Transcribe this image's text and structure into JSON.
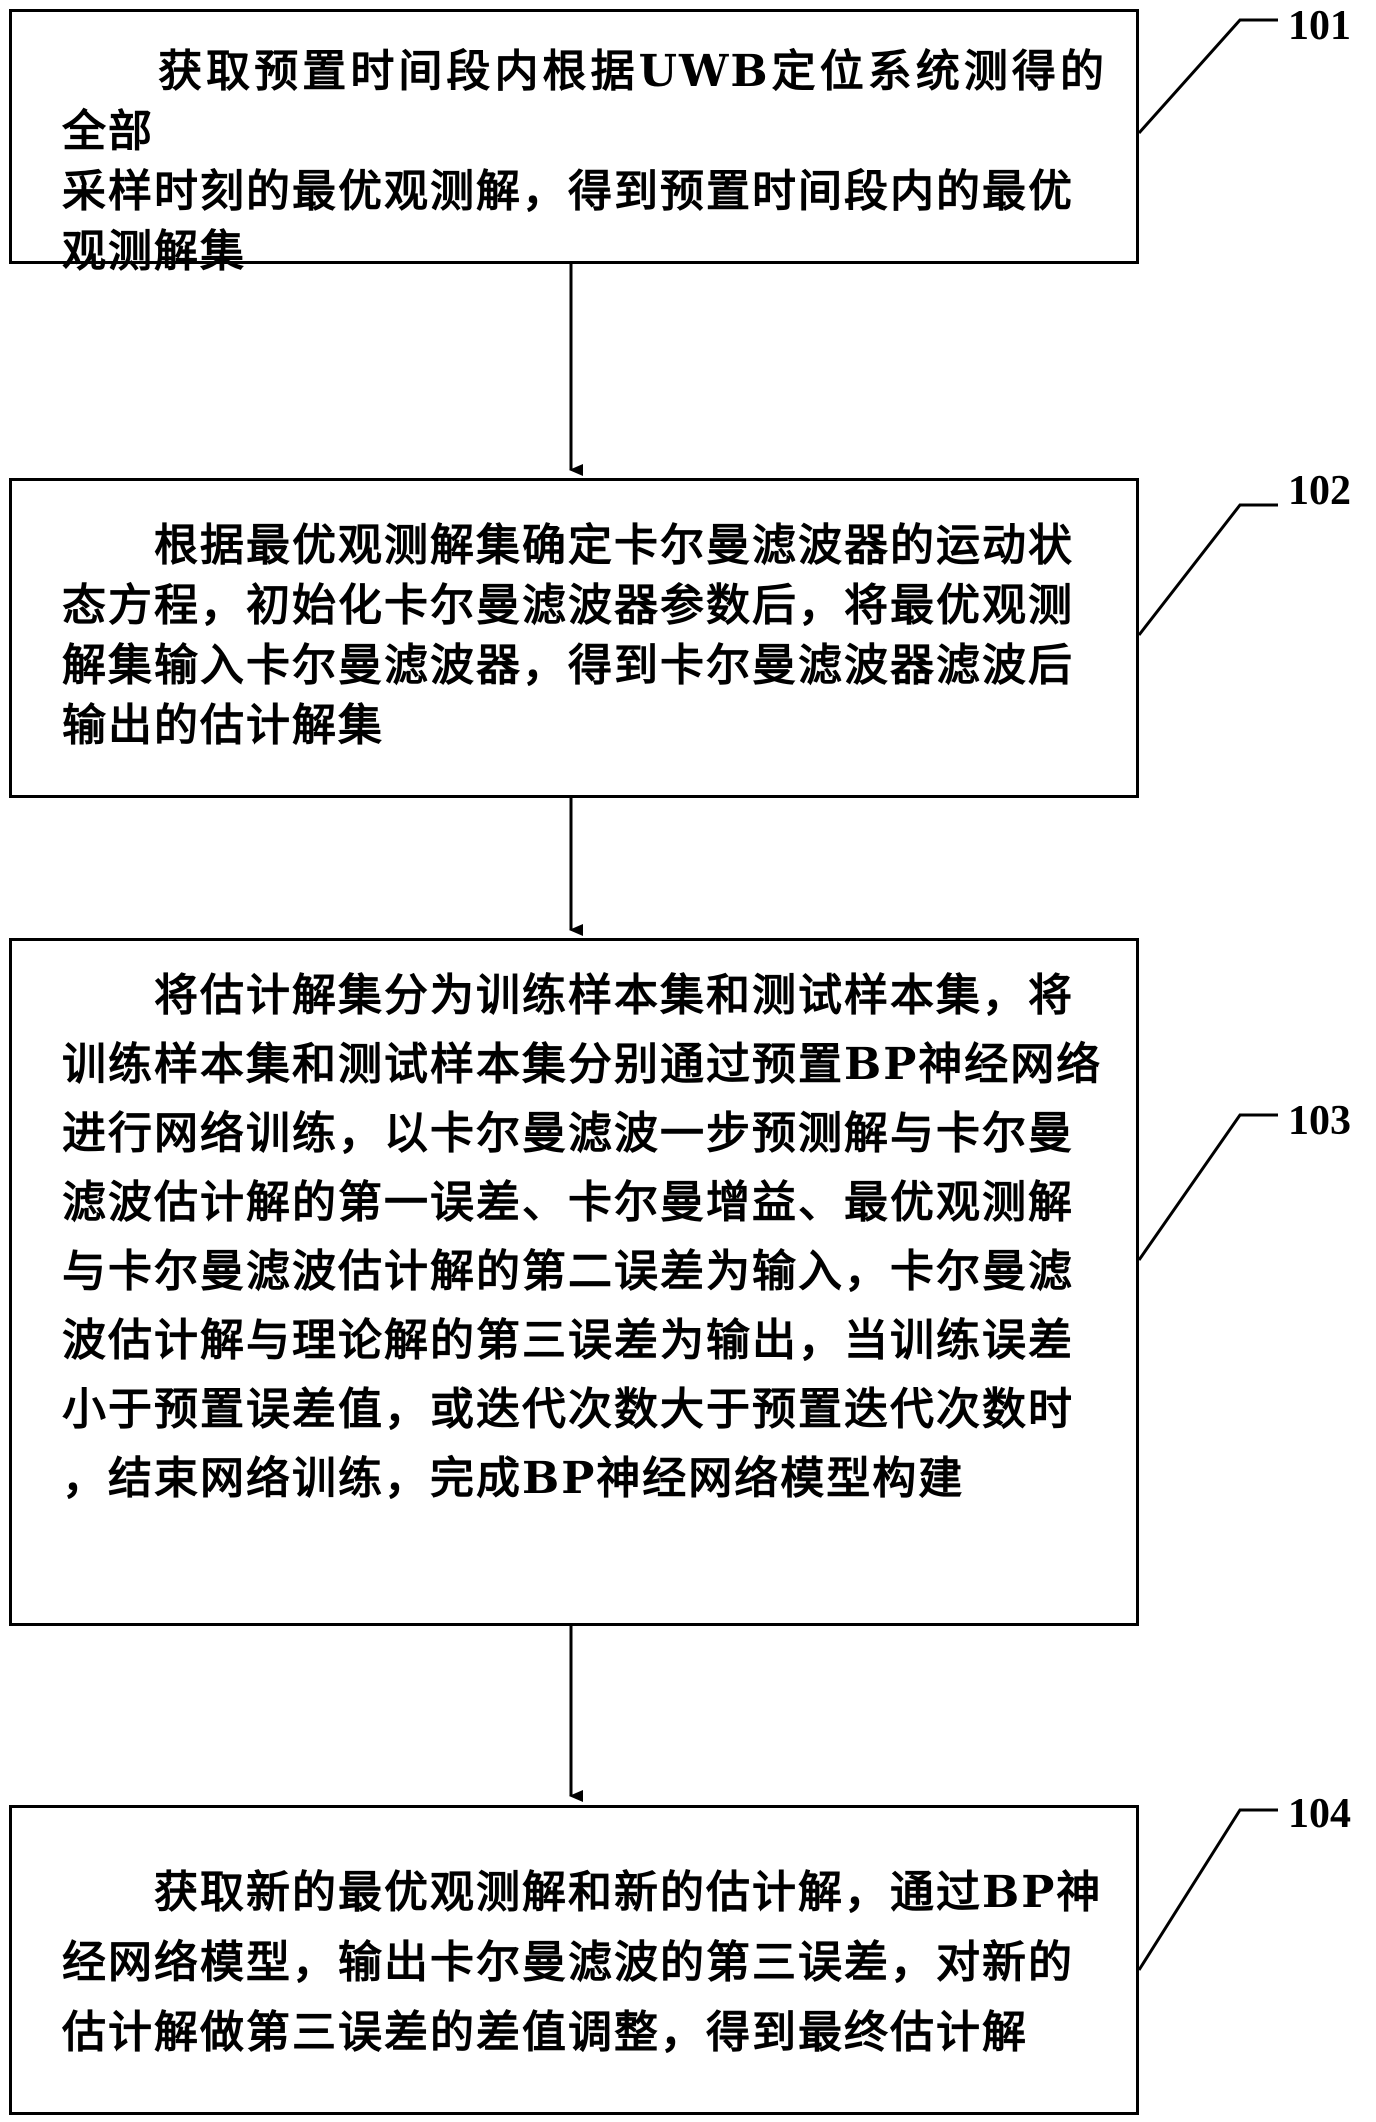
{
  "steps": [
    {
      "id": "101",
      "text": "　　获取预置时间段内根据UWB定位系统测得的全部\n采样时刻的最优观测解，得到预置时间段内的最优\n观测解集"
    },
    {
      "id": "102",
      "text": "　　根据最优观测解集确定卡尔曼滤波器的运动状\n态方程，初始化卡尔曼滤波器参数后，将最优观测\n解集输入卡尔曼滤波器，得到卡尔曼滤波器滤波后\n输出的估计解集"
    },
    {
      "id": "103",
      "text": "　　将估计解集分为训练样本集和测试样本集，将\n训练样本集和测试样本集分别通过预置BP神经网络\n进行网络训练，以卡尔曼滤波一步预测解与卡尔曼\n滤波估计解的第一误差、卡尔曼增益、最优观测解\n与卡尔曼滤波估计解的第二误差为输入，卡尔曼滤\n波估计解与理论解的第三误差为输出，当训练误差\n小于预置误差值，或迭代次数大于预置迭代次数时\n，结束网络训练，完成BP神经网络模型构建"
    },
    {
      "id": "104",
      "text": "　　获取新的最优观测解和新的估计解，通过BP神\n经网络模型，输出卡尔曼滤波的第三误差，对新的\n估计解做第三误差的差值调整，得到最终估计解"
    }
  ]
}
